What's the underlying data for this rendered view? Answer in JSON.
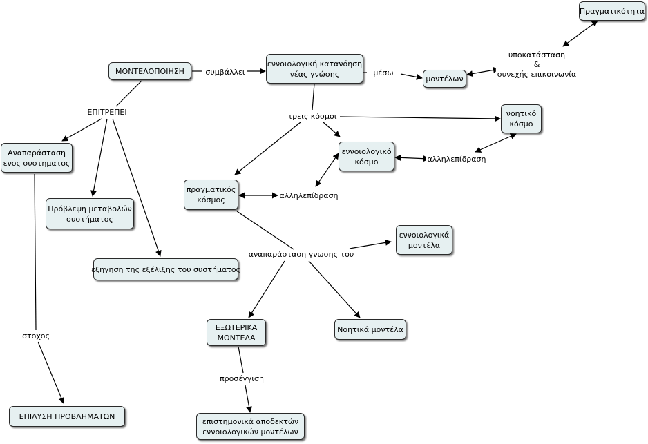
{
  "concepts": {
    "modeling": "ΜΟΝΤΕΛΟΠΟΙΗΣΗ",
    "conceptual_understanding": "εννοιολογική κατανόηση\nνέας γνώσης",
    "models": "μοντέλων",
    "reality": "Πραγματικότητα",
    "mental_world": "νοητικό\nκόσμο",
    "conceptual_world": "εννοιολογικό\nκόσμο",
    "real_world": "πραγματικός\nκόσμος",
    "system_representation": "Αναπαράσταση\nενος συστηματος",
    "change_prediction": "Πρόβλεψη μεταβολών\nσυστήματος",
    "evolution_explanation": "εξηγηση της εξέλιξης του συστήματος",
    "conceptual_models": "εννοιολογικά\nμοντέλα",
    "mental_models": "Νοητικά μοντέλα",
    "external_models": "ΕΞΩΤΕΡΙΚΑ\nΜΟΝΤΕΛΑ",
    "accepted_scientific_models": "επιστημονικά αποδεκτών\nεννοιολογικών μοντέλων",
    "problem_solving": "ΕΠΙΛΥΣΗ ΠΡΟΒΛΗΜΑΤΩΝ"
  },
  "links": {
    "contributes": "συμβάλλει",
    "through": "μέσω",
    "substitution": "υποκατάσταση\n&\nσυνεχής επικοινωνία",
    "enables": "ΕΠΙΤΡΕΠΕΙ",
    "three_worlds": "τρεις κόσμοι",
    "interaction_upper": "αλληλεπίδραση",
    "interaction_lower": "αλληλεπίδραση",
    "knowledge_representation": "αναπαράσταση γνωσης του",
    "approach": "προσέγγιση",
    "goal": "στοχος"
  },
  "colors": {
    "node_fill": "#e6f0f1",
    "node_border": "#2a2a2a",
    "line": "#000000"
  }
}
